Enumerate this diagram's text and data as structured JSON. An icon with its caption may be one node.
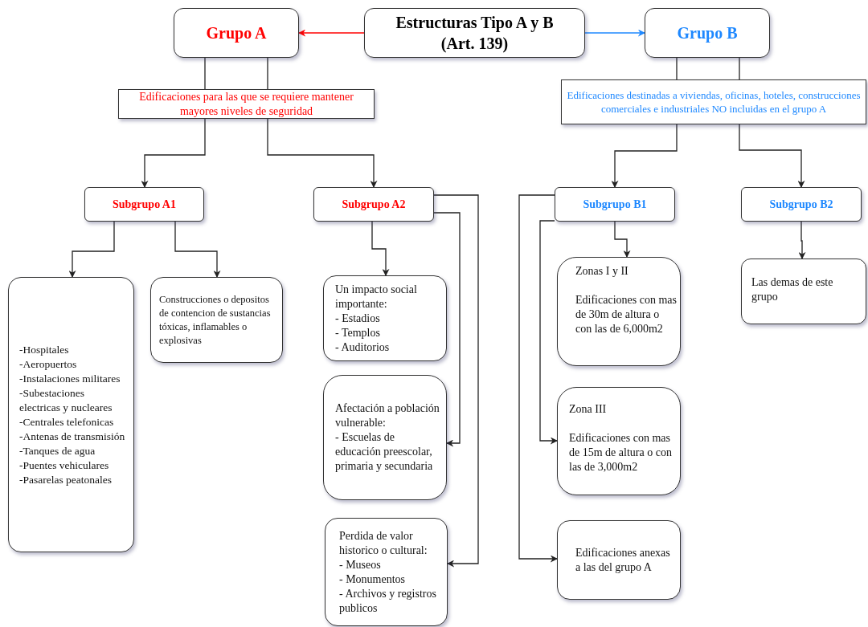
{
  "diagram": {
    "nodes": [
      {
        "text": [
          "Estructuras Tipo A y B (Art. 139)"
        ]
      },
      {
        "text": [
          "Grupo A"
        ]
      },
      {
        "text": [
          "Grupo B"
        ]
      },
      {
        "text": [
          "Edificaciones para las que se requiere mantener mayores niveles de seguridad"
        ]
      },
      {
        "text": [
          "Edificaciones destinadas a viviendas, oficinas, hoteles, construcciones comerciales e industriales NO incluidas en el grupo A"
        ]
      },
      {
        "text": [
          "Subgrupo A1"
        ]
      },
      {
        "text": [
          "Subgrupo A2"
        ]
      },
      {
        "text": [
          "Subgrupo B1"
        ]
      },
      {
        "text": [
          "Subgrupo B2"
        ]
      },
      {
        "text": [
          "-Hospitales",
          "-Aeropuertos",
          "-Instalaciones militares",
          "-Subestaciones electricas y nucleares",
          "-Centrales telefonicas",
          "-Antenas de transmisión",
          "-Tanques de agua",
          "-Puentes vehiculares",
          "-Pasarelas peatonales"
        ]
      },
      {
        "text": [
          "Construcciones o depositos de contencion de sustancias tóxicas, inflamables o explosivas"
        ]
      },
      {
        "text": [
          "Un impacto social importante:",
          "- Estadios",
          "- Templos",
          "- Auditorios"
        ]
      },
      {
        "text": [
          "Afectación a población vulnerable:",
          "- Escuelas de educación preescolar, primaria y secundaria"
        ]
      },
      {
        "text": [
          "Perdida de valor historico o cultural:",
          "- Museos",
          "- Monumentos",
          "- Archivos y registros publicos"
        ]
      },
      {
        "text": [
          "Zonas I y II",
          "Edificaciones con mas de 30m de altura o con las de 6,000m2"
        ]
      },
      {
        "text": [
          "Zona III",
          "Edificaciones con mas de 15m de altura o con las de 3,000m2"
        ]
      },
      {
        "text": [
          "Edificaciones anexas a las del grupo A"
        ]
      },
      {
        "text": [
          "Las demas de este grupo"
        ]
      }
    ],
    "edges": [
      {
        "from": 0,
        "to": 1,
        "arrow": "to",
        "color": "#ff0000"
      },
      {
        "from": 0,
        "to": 2,
        "arrow": "to",
        "color": "#1e88ff"
      },
      {
        "from": 1,
        "to": 3,
        "arrow": "none"
      },
      {
        "from": 1,
        "to": 3,
        "arrow": "none"
      },
      {
        "from": 3,
        "to": 5,
        "arrow": "to"
      },
      {
        "from": 3,
        "to": 6,
        "arrow": "to"
      },
      {
        "from": 2,
        "to": 4,
        "arrow": "none"
      },
      {
        "from": 2,
        "to": 4,
        "arrow": "none"
      },
      {
        "from": 4,
        "to": 7,
        "arrow": "to"
      },
      {
        "from": 4,
        "to": 8,
        "arrow": "to"
      },
      {
        "from": 5,
        "to": 9,
        "arrow": "to"
      },
      {
        "from": 5,
        "to": 10,
        "arrow": "to"
      },
      {
        "from": 6,
        "to": 11,
        "arrow": "to"
      },
      {
        "from": 6,
        "to": 12,
        "arrow": "to"
      },
      {
        "from": 6,
        "to": 13,
        "arrow": "to"
      },
      {
        "from": 7,
        "to": 14,
        "arrow": "to"
      },
      {
        "from": 7,
        "to": 15,
        "arrow": "to"
      },
      {
        "from": 7,
        "to": 16,
        "arrow": "to"
      },
      {
        "from": 8,
        "to": 17,
        "arrow": "to"
      }
    ]
  }
}
